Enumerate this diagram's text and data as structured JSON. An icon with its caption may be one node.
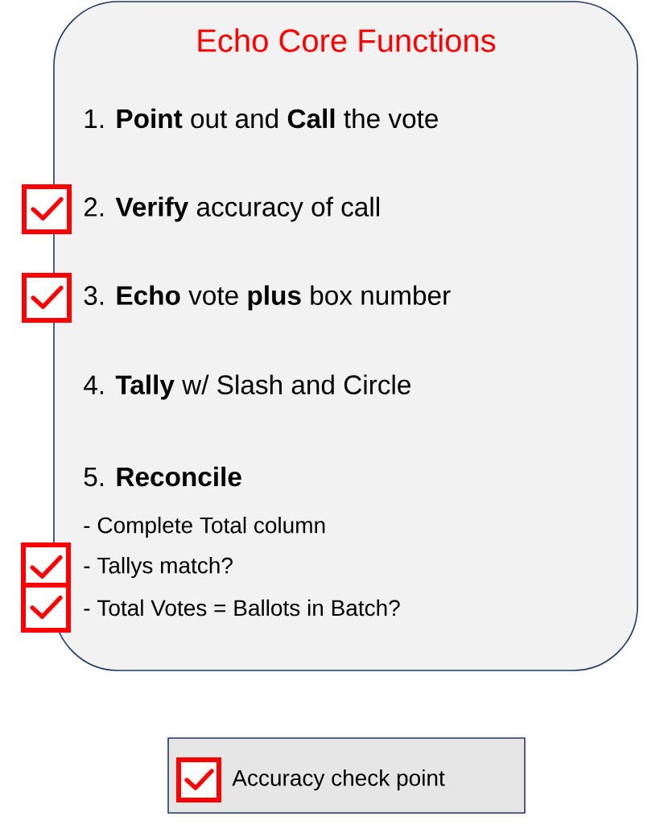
{
  "diagram": {
    "nodes": [
      {
        "text": [
          "Echo Core Functions",
          "1. **Point** out and **Call** the vote",
          "2. **Verify** accuracy of call",
          "3. **Echo** vote **plus** box number",
          "4. **Tally** w/ Slash and Circle",
          "5. **Reconcile**",
          "- Complete Total column",
          "- Tallys match?",
          "- Total Votes = Ballots in Batch?"
        ]
      }
    ],
    "legend": [
      {
        "text": "Accuracy check point"
      }
    ]
  }
}
